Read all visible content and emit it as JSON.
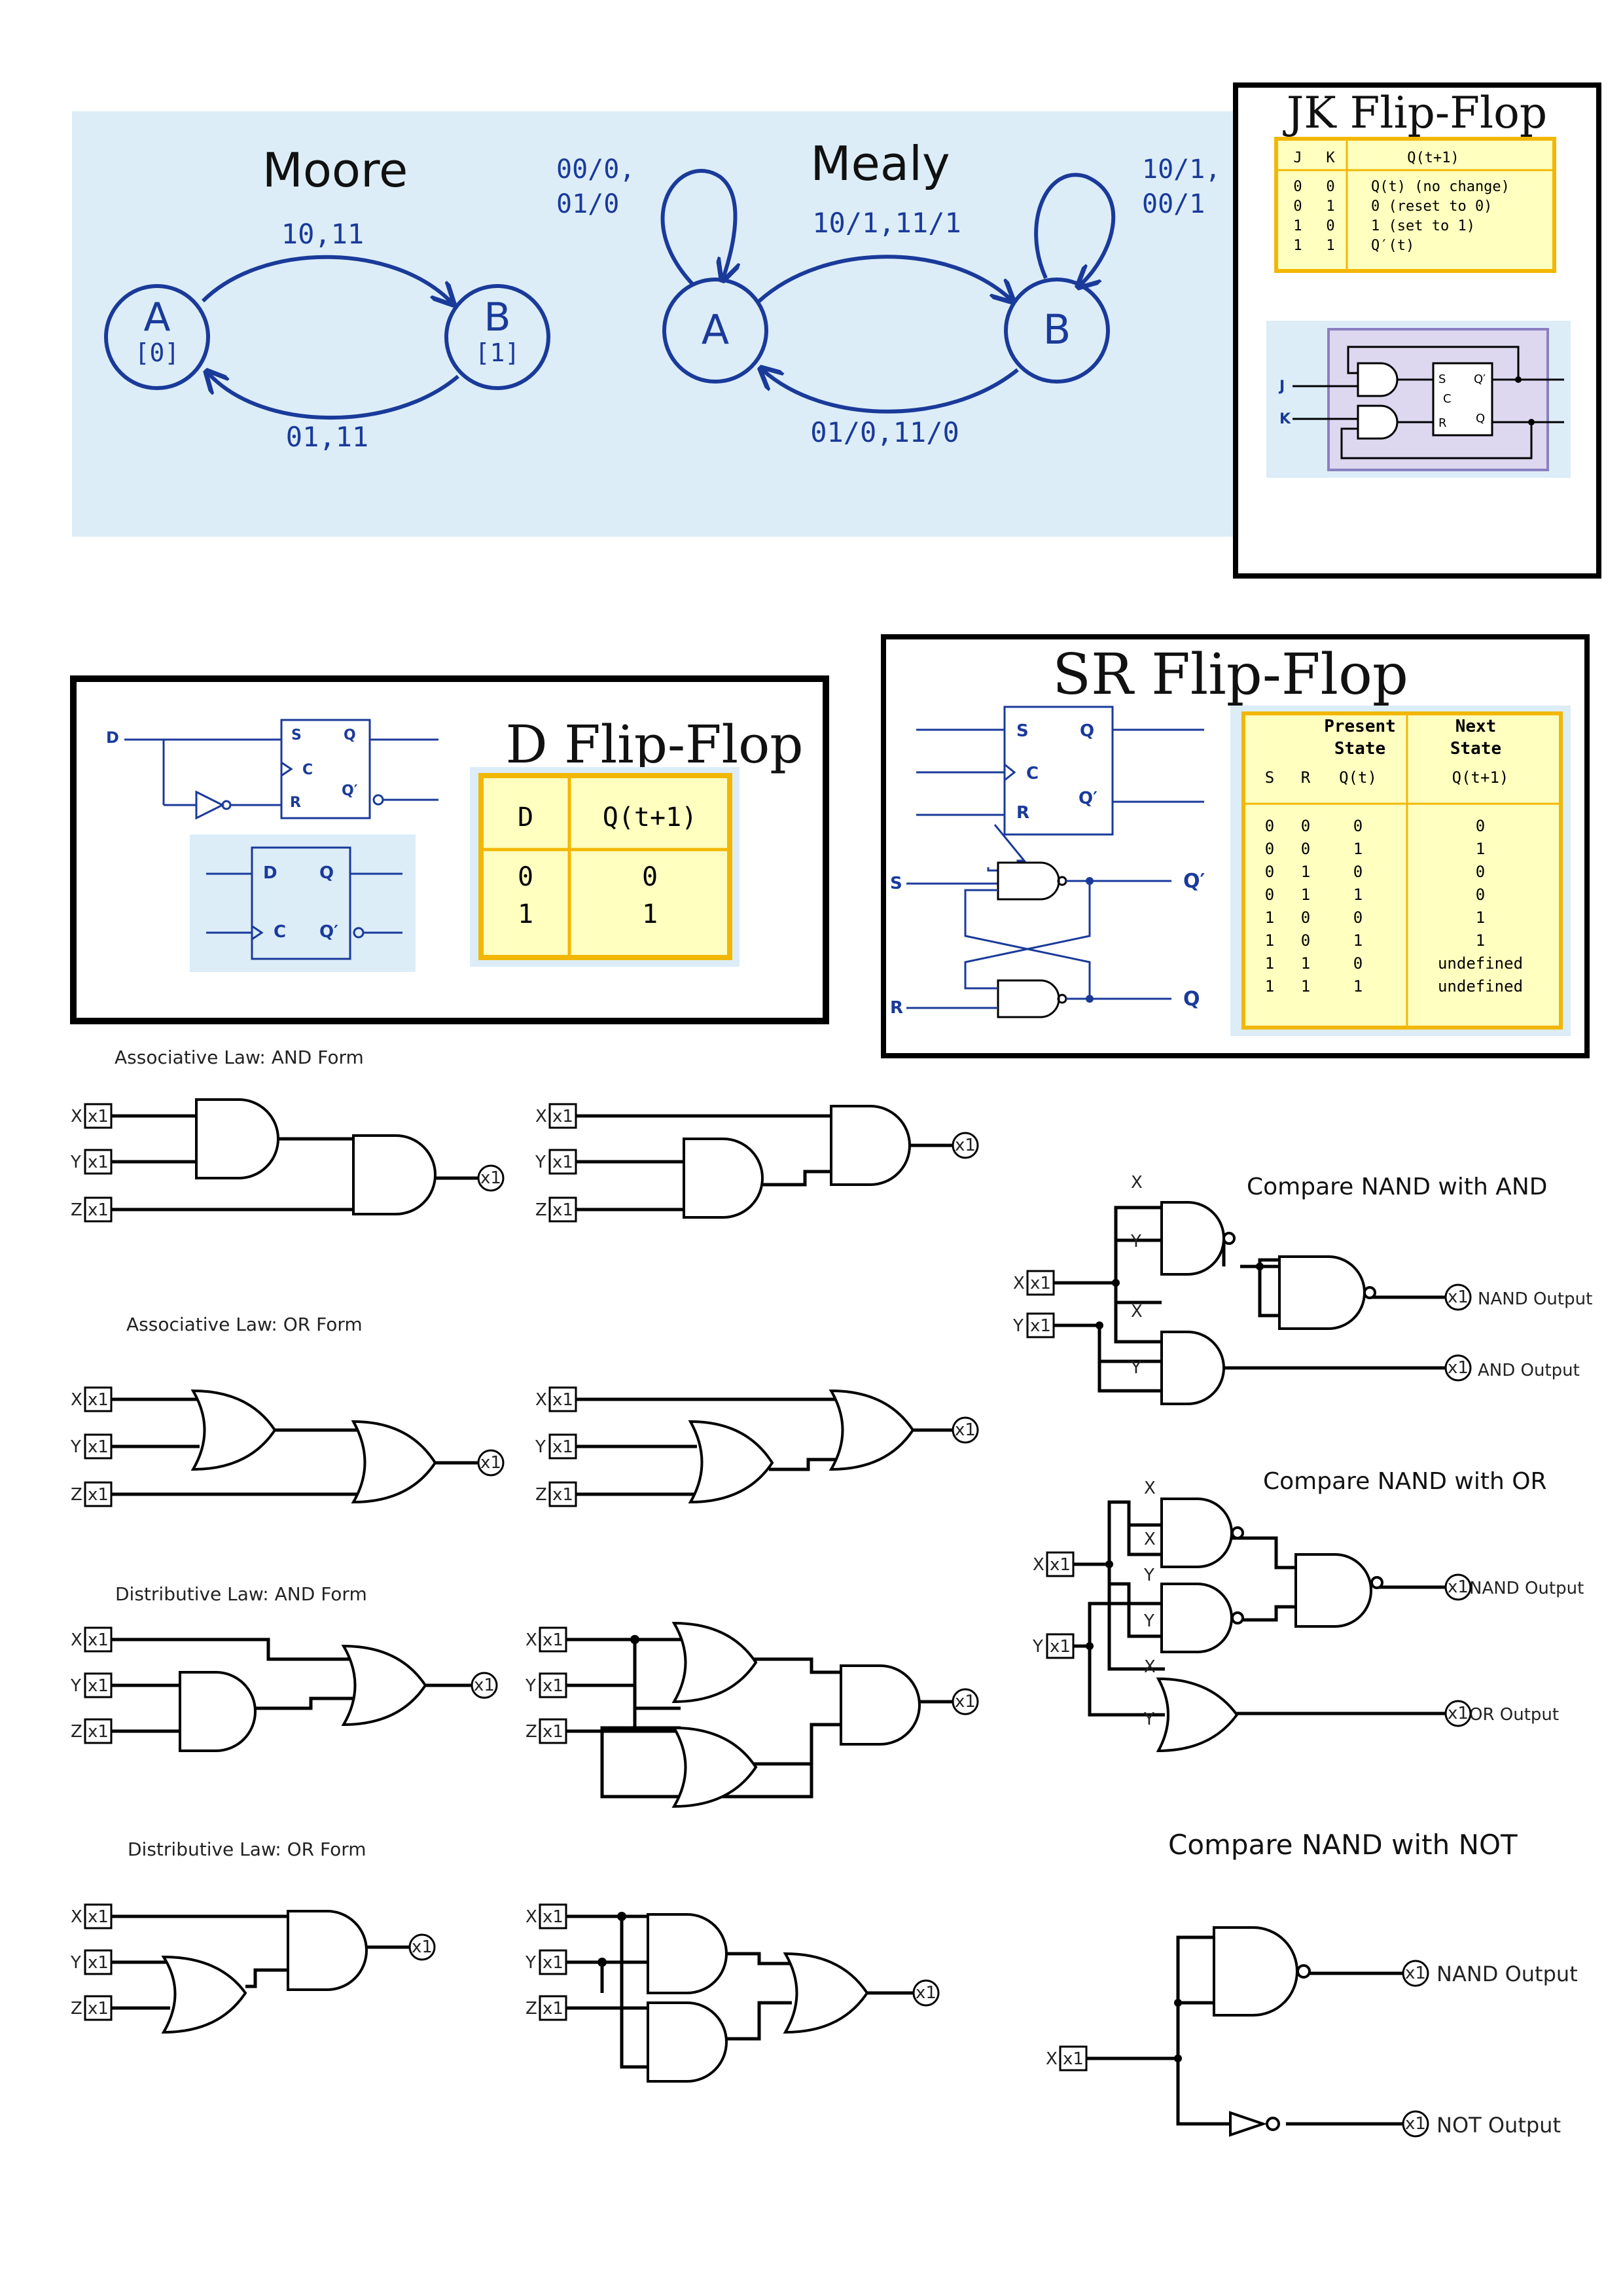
{
  "moore": {
    "title": "Moore",
    "state_a": "A",
    "state_a_out": "[0]",
    "state_b": "B",
    "state_b_out": "[1]",
    "edge_ab": "10,11",
    "edge_ba": "01,11"
  },
  "mealy": {
    "title": "Mealy",
    "state_a": "A",
    "state_b": "B",
    "edge_ab": "10/1,11/1",
    "edge_ba": "01/0,11/0",
    "loop_a_1": "00/0,",
    "loop_a_2": "01/0",
    "loop_b_1": "10/1,",
    "loop_b_2": "00/1"
  },
  "jk": {
    "title": "JK Flip-Flop",
    "headers": [
      "J",
      "K",
      "Q(t+1)"
    ],
    "rows": [
      [
        "0",
        "0",
        "Q(t) (no change)"
      ],
      [
        "0",
        "1",
        "0 (reset to 0)"
      ],
      [
        "1",
        "0",
        "1 (set to 1)"
      ],
      [
        "1",
        "1",
        "Q′(t)"
      ]
    ],
    "input_j": "J",
    "input_k": "K",
    "pin_s": "S",
    "pin_c": "C",
    "pin_r": "R",
    "pin_q": "Q",
    "pin_qn": "Q′"
  },
  "d": {
    "title": "D Flip-Flop",
    "input": "D",
    "pin_s": "S",
    "pin_c": "C",
    "pin_r": "R",
    "pin_q": "Q",
    "pin_qn": "Q′",
    "pin_d": "D",
    "headers": [
      "D",
      "Q(t+1)"
    ],
    "rows": [
      [
        "0",
        "0"
      ],
      [
        "1",
        "1"
      ]
    ]
  },
  "sr": {
    "title": "SR Flip-Flop",
    "pin_s": "S",
    "pin_c": "C",
    "pin_r": "R",
    "pin_q": "Q",
    "pin_qn": "Q′",
    "header_present": "Present",
    "header_state": "State",
    "header_next": "Next",
    "header_next_state": "State",
    "col_s": "S",
    "col_r": "R",
    "col_qt": "Q(t)",
    "col_qt1": "Q(t+1)",
    "rows": [
      [
        "0",
        "0",
        "0",
        "0"
      ],
      [
        "0",
        "0",
        "1",
        "1"
      ],
      [
        "0",
        "1",
        "0",
        "0"
      ],
      [
        "0",
        "1",
        "1",
        "0"
      ],
      [
        "1",
        "0",
        "0",
        "1"
      ],
      [
        "1",
        "0",
        "1",
        "1"
      ],
      [
        "1",
        "1",
        "0",
        "undefined"
      ],
      [
        "1",
        "1",
        "1",
        "undefined"
      ]
    ],
    "latch_s": "S",
    "latch_r": "R",
    "latch_q": "Q",
    "latch_qn": "Q′"
  },
  "logic": {
    "assoc_and": "Associative Law: AND Form",
    "assoc_or": "Associative Law: OR Form",
    "dist_and": "Distributive Law: AND Form",
    "dist_or": "Distributive Law: OR Form",
    "x": "X",
    "y": "Y",
    "z": "Z",
    "x1": "x1"
  },
  "compare": {
    "nand_and": "Compare NAND with AND",
    "nand_or": "Compare NAND with OR",
    "nand_not": "Compare NAND with NOT",
    "nand_output": "NAND Output",
    "and_output": "AND Output",
    "or_output": "OR Output",
    "not_output": "NOT Output",
    "x": "X",
    "y": "Y",
    "x1": "x1"
  },
  "colors": {
    "blue": "#1a3a9a",
    "panel": "#dcedf8",
    "table_fill": "#ffffc0",
    "table_border": "#f2b705",
    "chip_fill": "#ddd8f0"
  }
}
